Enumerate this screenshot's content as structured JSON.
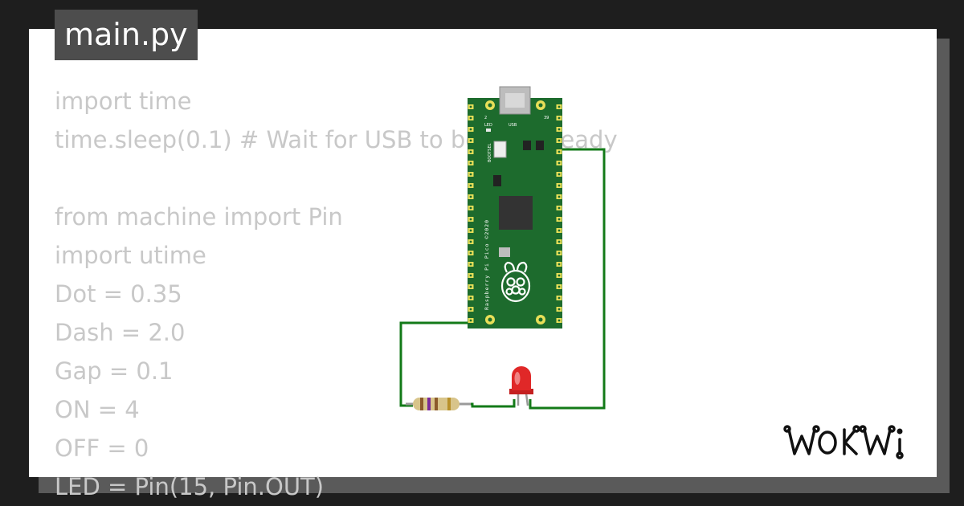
{
  "tab": {
    "filename": "main.py"
  },
  "code": {
    "lines": [
      "import time",
      "time.sleep(0.1) # Wait for USB to become ready",
      "",
      "from machine import Pin",
      "import utime",
      "Dot = 0.35",
      "Dash = 2.0",
      "Gap = 0.1",
      "ON = 4",
      "OFF = 0",
      "LED = Pin(15, Pin.OUT)"
    ]
  },
  "board": {
    "silkscreen_vertical": "Raspberry Pi Pico ©2020",
    "bootsel_label": "BOOTSEL",
    "usb_label": "USB",
    "led_label": "LED",
    "pin_left": "2",
    "pin_right": "39"
  },
  "brand": {
    "logo_text": "WOKWI"
  },
  "colors": {
    "board": "#1d6b2d",
    "wire": "#137a18",
    "led": "#e02828",
    "pad": "#e8df58",
    "code_text": "#c8c8c8",
    "tab_bg": "#4d4d4d"
  },
  "icons": {
    "raspberry": "raspberry-logo-icon",
    "chip": "rp2040-chip",
    "led": "red-led-component",
    "resistor": "resistor-component"
  }
}
